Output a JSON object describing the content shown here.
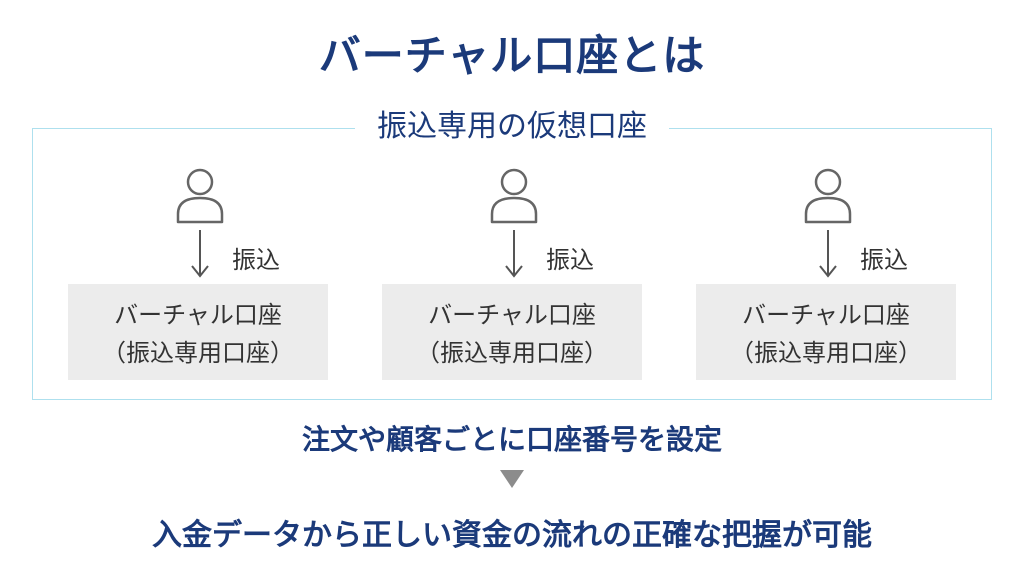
{
  "title": "バーチャル口座とは",
  "frame_label": "振込専用の仮想口座",
  "columns": [
    {
      "transfer_label": "振込",
      "account_line1": "バーチャル口座",
      "account_line2": "（振込専用口座）"
    },
    {
      "transfer_label": "振込",
      "account_line1": "バーチャル口座",
      "account_line2": "（振込専用口座）"
    },
    {
      "transfer_label": "振込",
      "account_line1": "バーチャル口座",
      "account_line2": "（振込専用口座）"
    }
  ],
  "setting_text": "注文や顧客ごとに口座番号を設定",
  "result_text": "入金データから正しい資金の流れの正確な把握が可能",
  "colors": {
    "title": "#1b3a7a",
    "frame_border": "#aee0ee",
    "box_bg": "#ececec",
    "icon": "#666666",
    "triangle": "#8c8c8c"
  }
}
